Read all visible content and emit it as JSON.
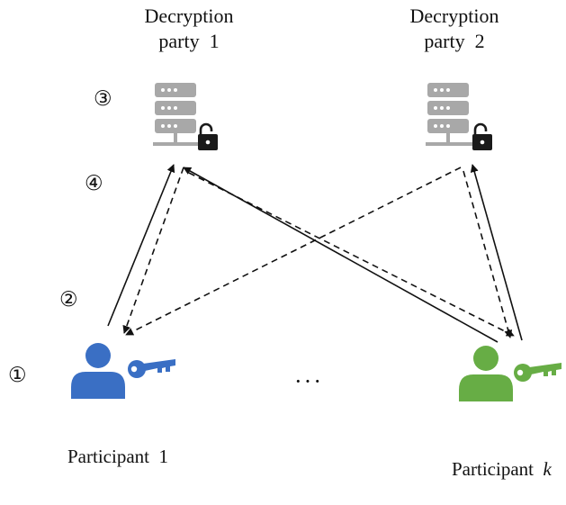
{
  "decryption_parties": [
    {
      "line1": "Decryption",
      "line2": "party  1"
    },
    {
      "line1": "Decryption",
      "line2": "party  2"
    }
  ],
  "participants": [
    {
      "name": "Participant  1",
      "suffix": "",
      "color": "#3a6fc4"
    },
    {
      "name": "Participant  ",
      "suffix": "k",
      "color": "#67ad45"
    }
  ],
  "steps": [
    "③",
    "④",
    "②",
    "①"
  ],
  "ellipsis": "···",
  "colors": {
    "server": "#a8a8a8",
    "lock": "#1a1a1a",
    "arrow": "#111111",
    "participant_1": "#3a6fc4",
    "participant_k": "#67ad45"
  },
  "icons": {
    "server": "server-icon",
    "lock": "unlock-icon",
    "user": "user-icon",
    "key": "key-icon"
  },
  "arrows": {
    "solid": "participant-to-party",
    "dashed": "party-to-participant"
  }
}
